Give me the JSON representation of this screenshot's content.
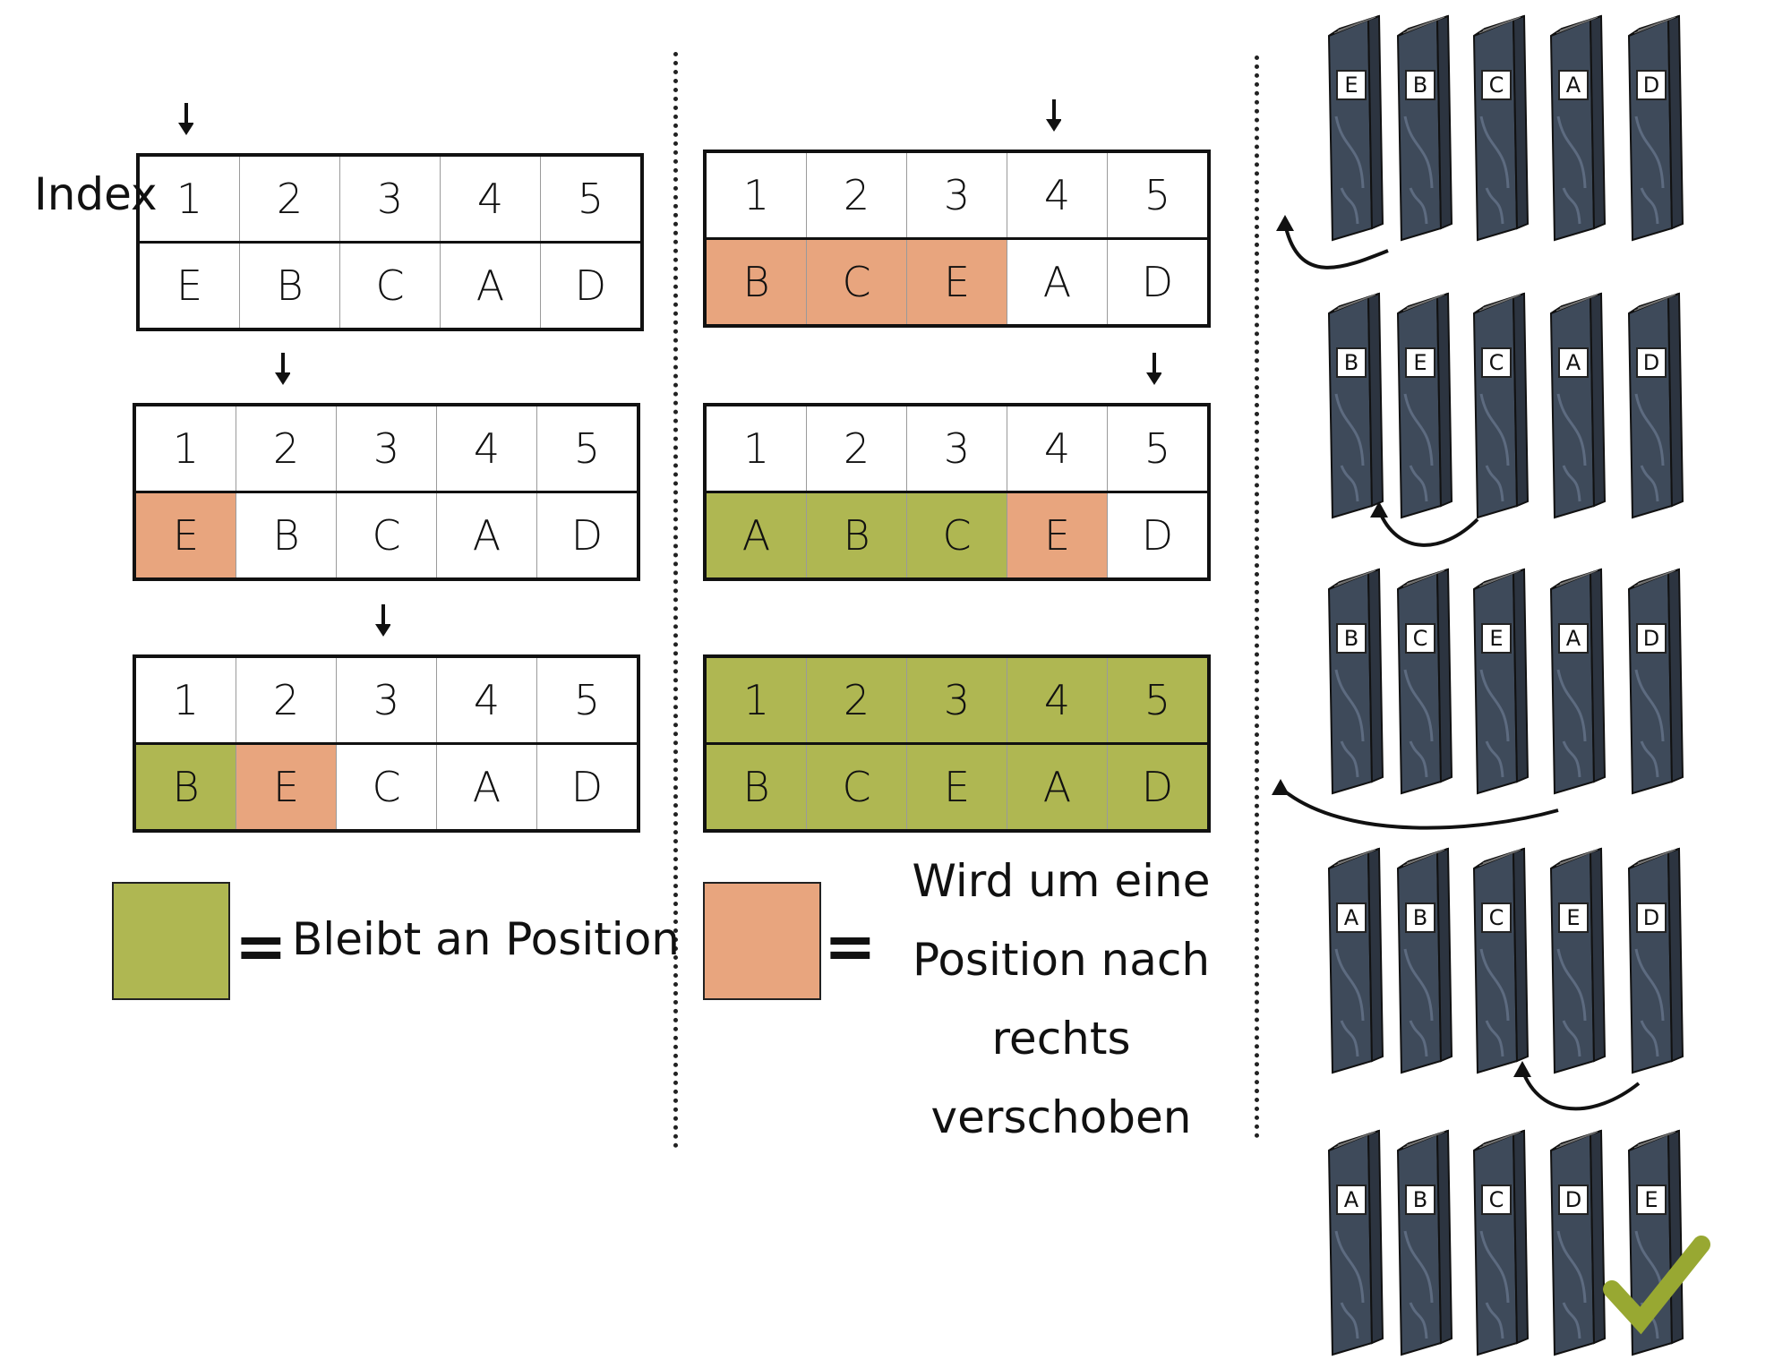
{
  "index_label": "Index",
  "steps_left": [
    {
      "pointer": 1,
      "index": [
        "1",
        "2",
        "3",
        "4",
        "5"
      ],
      "values": [
        "E",
        "B",
        "C",
        "A",
        "D"
      ],
      "colors": [
        "w",
        "w",
        "w",
        "w",
        "w"
      ]
    },
    {
      "pointer": 2,
      "index": [
        "1",
        "2",
        "3",
        "4",
        "5"
      ],
      "values": [
        "E",
        "B",
        "C",
        "A",
        "D"
      ],
      "colors": [
        "o",
        "w",
        "w",
        "w",
        "w"
      ]
    },
    {
      "pointer": 3,
      "index": [
        "1",
        "2",
        "3",
        "4",
        "5"
      ],
      "values": [
        "B",
        "E",
        "C",
        "A",
        "D"
      ],
      "colors": [
        "g",
        "o",
        "w",
        "w",
        "w"
      ]
    }
  ],
  "steps_right": [
    {
      "pointer": 4,
      "index": [
        "1",
        "2",
        "3",
        "4",
        "5"
      ],
      "values": [
        "B",
        "C",
        "E",
        "A",
        "D"
      ],
      "colors": [
        "o",
        "o",
        "o",
        "w",
        "w"
      ]
    },
    {
      "pointer": 5,
      "index": [
        "1",
        "2",
        "3",
        "4",
        "5"
      ],
      "values": [
        "A",
        "B",
        "C",
        "E",
        "D"
      ],
      "colors": [
        "g",
        "g",
        "g",
        "o",
        "w"
      ]
    },
    {
      "pointer": null,
      "index": [
        "1",
        "2",
        "3",
        "4",
        "5"
      ],
      "values": [
        "B",
        "C",
        "E",
        "A",
        "D"
      ],
      "colors": [
        "g",
        "g",
        "g",
        "g",
        "g"
      ]
    }
  ],
  "legend": {
    "green_color": "#afb752",
    "orange_color": "#e8a57e",
    "equals": "=",
    "green_text": "Bleibt an Position",
    "orange_text": [
      "Wird um eine",
      "Position nach",
      "rechts verschoben"
    ]
  },
  "shelves": [
    {
      "books": [
        "E",
        "B",
        "C",
        "A",
        "D"
      ]
    },
    {
      "books": [
        "B",
        "E",
        "C",
        "A",
        "D"
      ]
    },
    {
      "books": [
        "B",
        "C",
        "E",
        "A",
        "D"
      ]
    },
    {
      "books": [
        "A",
        "B",
        "C",
        "E",
        "D"
      ]
    },
    {
      "books": [
        "A",
        "B",
        "C",
        "D",
        "E"
      ]
    }
  ],
  "checkmark": "check-icon"
}
